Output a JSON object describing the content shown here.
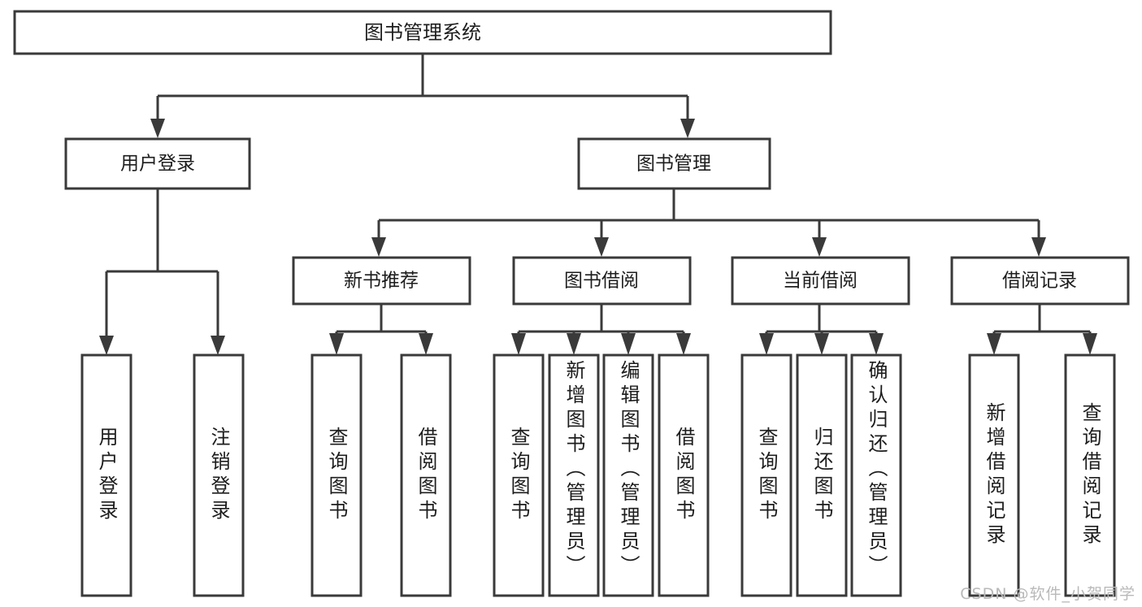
{
  "diagram": {
    "title": "图书管理系统",
    "type": "tree",
    "root": {
      "label": "图书管理系统"
    },
    "level2": [
      {
        "id": "user-login",
        "label": "用户登录"
      },
      {
        "id": "book-management",
        "label": "图书管理"
      }
    ],
    "level3": [
      {
        "id": "new-book-recommend",
        "label": "新书推荐",
        "parent": "book-management"
      },
      {
        "id": "book-borrow",
        "label": "图书借阅",
        "parent": "book-management"
      },
      {
        "id": "current-borrow",
        "label": "当前借阅",
        "parent": "book-management"
      },
      {
        "id": "borrow-record",
        "label": "借阅记录",
        "parent": "book-management"
      }
    ],
    "leaves": [
      {
        "id": "leaf-user-login",
        "label": "用户登录",
        "parent": "user-login"
      },
      {
        "id": "leaf-logout-login",
        "label": "注销登录",
        "parent": "user-login"
      },
      {
        "id": "leaf-query-book-1",
        "label": "查询图书",
        "parent": "new-book-recommend"
      },
      {
        "id": "leaf-borrow-book-1",
        "label": "借阅图书",
        "parent": "new-book-recommend"
      },
      {
        "id": "leaf-query-book-2",
        "label": "查询图书",
        "parent": "book-borrow"
      },
      {
        "id": "leaf-add-book",
        "label": "新增图书（管理员）",
        "parent": "book-borrow"
      },
      {
        "id": "leaf-edit-book",
        "label": "编辑图书（管理员）",
        "parent": "book-borrow"
      },
      {
        "id": "leaf-borrow-book-2",
        "label": "借阅图书",
        "parent": "book-borrow"
      },
      {
        "id": "leaf-query-book-3",
        "label": "查询图书",
        "parent": "current-borrow"
      },
      {
        "id": "leaf-return-book",
        "label": "归还图书",
        "parent": "current-borrow"
      },
      {
        "id": "leaf-confirm-return",
        "label": "确认归还（管理员）",
        "parent": "current-borrow"
      },
      {
        "id": "leaf-add-record",
        "label": "新增借阅记录",
        "parent": "borrow-record"
      },
      {
        "id": "leaf-query-record",
        "label": "查询借阅记录",
        "parent": "borrow-record"
      }
    ]
  },
  "watermark": {
    "text": "CSDN @软件_小贺同学"
  },
  "colors": {
    "box_stroke": "#3a3a3a",
    "box_fill": "#ffffff",
    "text": "#1d1d1d",
    "watermark": "#b9b9b9",
    "background": "#ffffff"
  }
}
